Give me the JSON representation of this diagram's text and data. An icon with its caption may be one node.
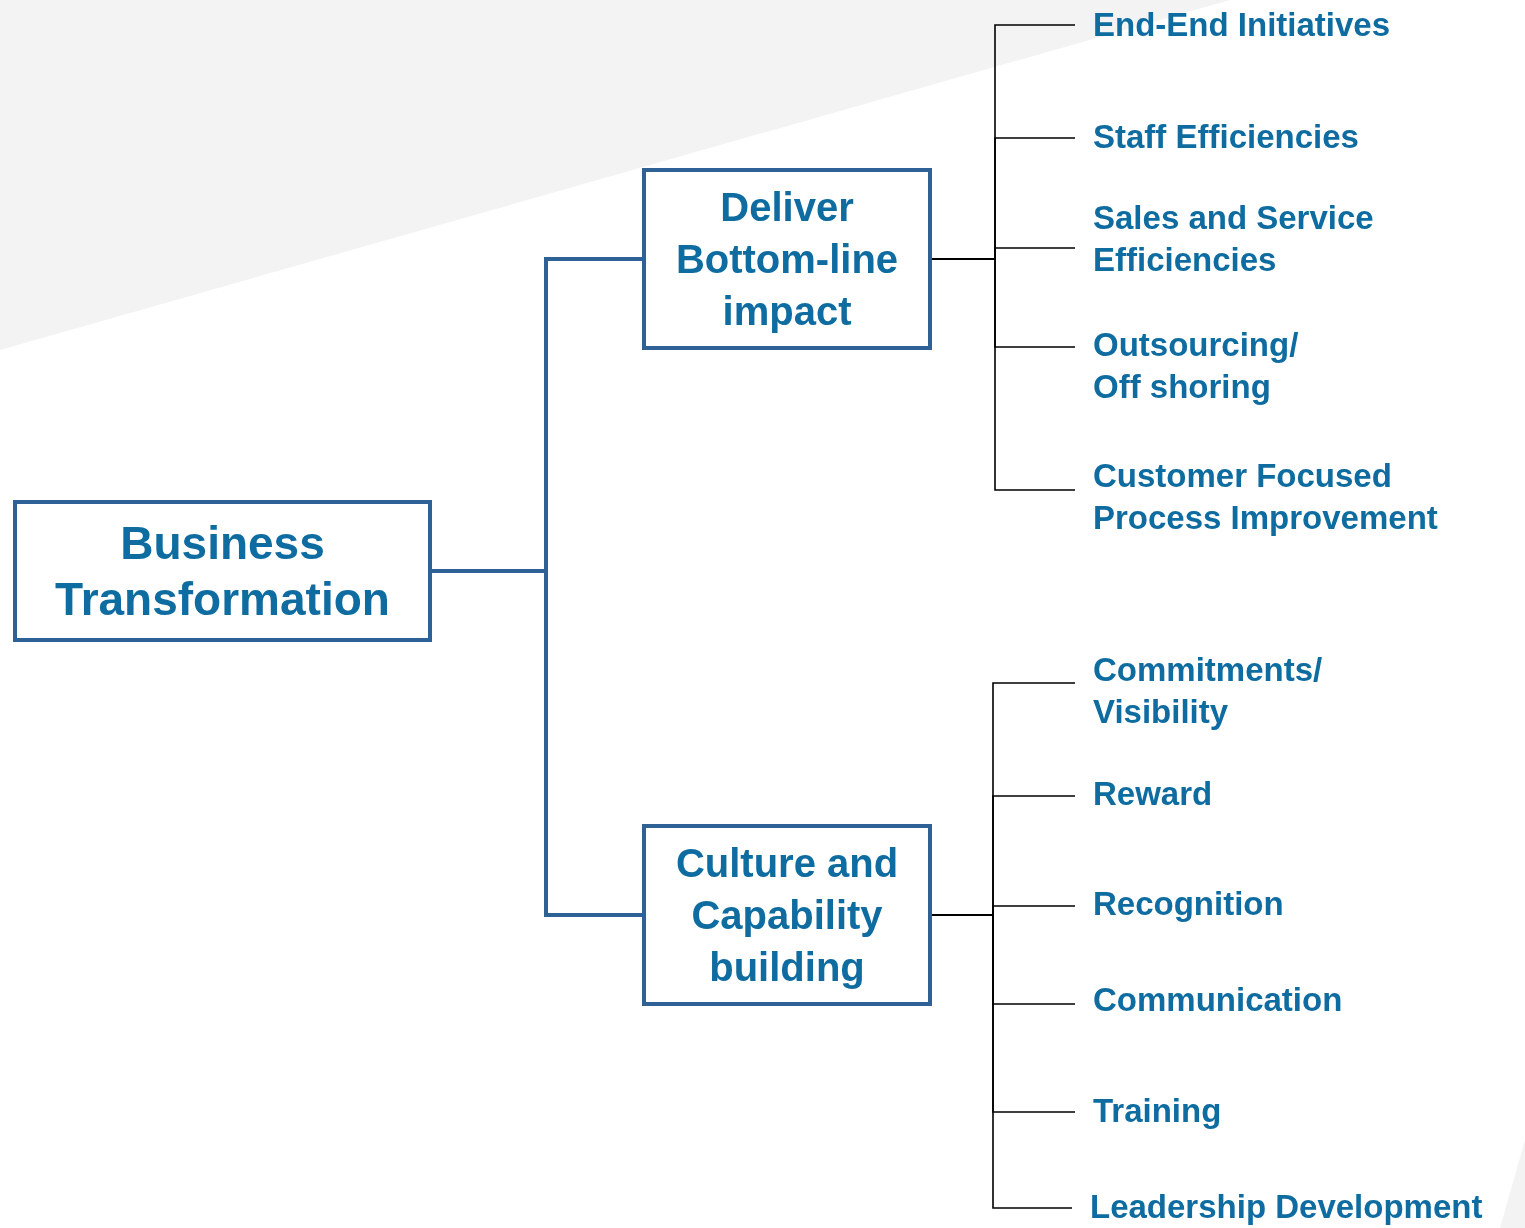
{
  "diagram": {
    "nodes": [
      {
        "text": [
          "Business Transformation"
        ]
      },
      {
        "text": [
          "Deliver Bottom-line impact"
        ]
      },
      {
        "text": [
          "Culture and Capability building"
        ]
      },
      {
        "text": [
          "End-End Initiatives"
        ]
      },
      {
        "text": [
          "Staff Efficiencies"
        ]
      },
      {
        "text": [
          "Sales and Service Efficiencies"
        ]
      },
      {
        "text": [
          "Outsourcing/ Off shoring"
        ]
      },
      {
        "text": [
          "Customer Focused Process Improvement"
        ]
      },
      {
        "text": [
          "Commitments/ Visibility"
        ]
      },
      {
        "text": [
          "Reward"
        ]
      },
      {
        "text": [
          "Recognition"
        ]
      },
      {
        "text": [
          "Communication"
        ]
      },
      {
        "text": [
          "Training"
        ]
      },
      {
        "text": [
          "Leadership Development"
        ]
      }
    ],
    "edges": [
      {
        "from": 0,
        "to": 1,
        "arrow": "none",
        "style": "thick",
        "color": "#2e6297"
      },
      {
        "from": 0,
        "to": 2,
        "arrow": "none",
        "style": "thick",
        "color": "#2e6297"
      },
      {
        "from": 1,
        "to": 3,
        "arrow": "none"
      },
      {
        "from": 1,
        "to": 4,
        "arrow": "none"
      },
      {
        "from": 1,
        "to": 5,
        "arrow": "none"
      },
      {
        "from": 1,
        "to": 6,
        "arrow": "none"
      },
      {
        "from": 1,
        "to": 7,
        "arrow": "none"
      },
      {
        "from": 2,
        "to": 8,
        "arrow": "none"
      },
      {
        "from": 2,
        "to": 9,
        "arrow": "none"
      },
      {
        "from": 2,
        "to": 10,
        "arrow": "none"
      },
      {
        "from": 2,
        "to": 11,
        "arrow": "none"
      },
      {
        "from": 2,
        "to": 12,
        "arrow": "none"
      },
      {
        "from": 2,
        "to": 13,
        "arrow": "none"
      }
    ]
  }
}
